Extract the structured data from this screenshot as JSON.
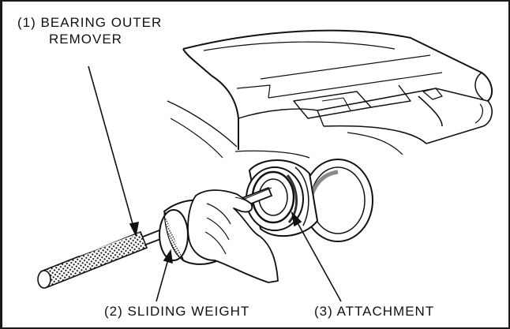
{
  "callouts": [
    {
      "number": "(1)",
      "lines": [
        "BEARING OUTER",
        "REMOVER"
      ]
    },
    {
      "number": "(2)",
      "lines": [
        "SLIDING WEIGHT"
      ]
    },
    {
      "number": "(3)",
      "lines": [
        "ATTACHMENT"
      ]
    }
  ],
  "colors": {
    "ink": "#111111",
    "paper": "#ffffff",
    "shade": "#8a8a8a"
  }
}
